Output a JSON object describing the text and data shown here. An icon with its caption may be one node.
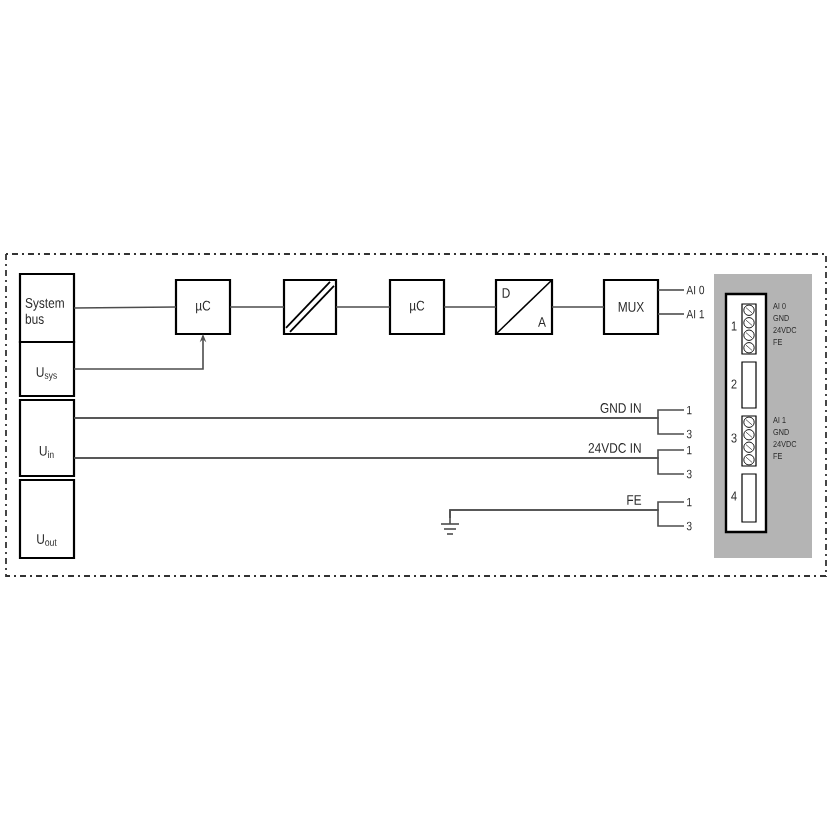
{
  "diagram": {
    "nodes": [
      {
        "text": [
          "System bus"
        ]
      },
      {
        "text": [
          "U$_{sys}$"
        ]
      },
      {
        "text": [
          "U$_{in}$"
        ]
      },
      {
        "text": [
          "U$_{out}$"
        ]
      },
      {
        "text": [
          "µC"
        ]
      },
      {
        "text": [],
        "shape": "box"
      },
      {
        "text": [
          "µC"
        ]
      },
      {
        "text": [
          "D",
          "A"
        ]
      },
      {
        "text": [
          "MUX"
        ]
      },
      {
        "text": [
          "AI 0"
        ]
      },
      {
        "text": [
          "AI 1"
        ]
      },
      {
        "text": [
          "1"
        ]
      },
      {
        "text": [
          "3"
        ]
      },
      {
        "text": [
          "1"
        ]
      },
      {
        "text": [
          "3"
        ]
      },
      {
        "text": [],
        "shape": "ground"
      },
      {
        "text": [
          "1"
        ]
      },
      {
        "text": [
          "3"
        ]
      }
    ],
    "edges": [
      {
        "from": 0,
        "to": 4,
        "arrow": "none"
      },
      {
        "from": 4,
        "to": 5,
        "arrow": "none"
      },
      {
        "from": 5,
        "to": 6,
        "arrow": "none"
      },
      {
        "from": 6,
        "to": 7,
        "arrow": "none"
      },
      {
        "from": 7,
        "to": 8,
        "arrow": "none"
      },
      {
        "from": 8,
        "to": 9,
        "arrow": "none"
      },
      {
        "from": 8,
        "to": 10,
        "arrow": "none"
      },
      {
        "from": 1,
        "to": 4,
        "arrow": "to"
      },
      {
        "from": 2,
        "to": 11,
        "arrow": "none",
        "label": "GND IN"
      },
      {
        "from": 2,
        "to": 12,
        "arrow": "none"
      },
      {
        "from": 2,
        "to": 13,
        "arrow": "none",
        "label": "24VDC IN"
      },
      {
        "from": 2,
        "to": 14,
        "arrow": "none"
      },
      {
        "from": 15,
        "to": 16,
        "arrow": "none",
        "label": "FE"
      },
      {
        "from": 15,
        "to": 17,
        "arrow": "none"
      }
    ],
    "labels": [
      "1",
      "AI 0",
      "GND",
      "24VDC",
      "FE",
      "2",
      "3",
      "AI 1",
      "GND",
      "24VDC",
      "FE",
      "4"
    ]
  }
}
